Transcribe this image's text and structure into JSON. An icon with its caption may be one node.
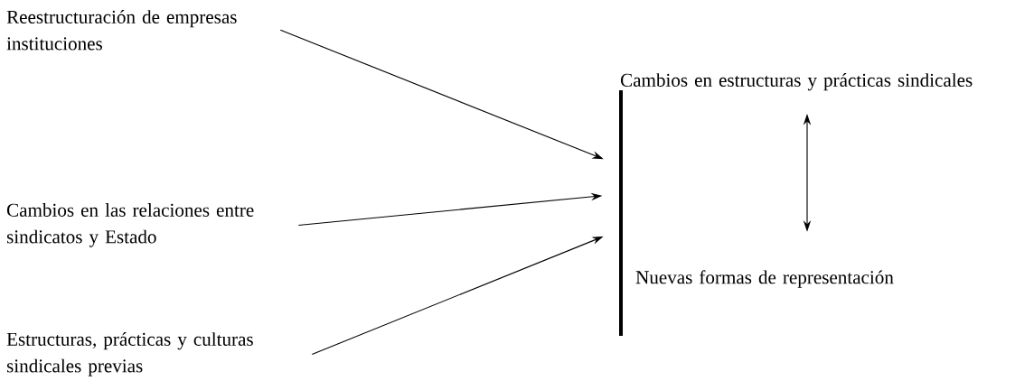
{
  "diagram": {
    "nodes": [
      {
        "text": [
          "Reestructuración de empresas instituciones"
        ]
      },
      {
        "text": [
          "Cambios en las relaciones entre sindicatos y Estado"
        ]
      },
      {
        "text": [
          "Estructuras, prácticas y culturas sindicales previas"
        ]
      },
      {
        "text": [],
        "shape": "bar"
      },
      {
        "text": [
          "Cambios en estructuras y prácticas sindicales"
        ]
      },
      {
        "text": [
          "Nuevas formas de representación"
        ]
      }
    ],
    "edges": [
      {
        "from": 0,
        "to": 3,
        "arrow": "to"
      },
      {
        "from": 1,
        "to": 3,
        "arrow": "to"
      },
      {
        "from": 2,
        "to": 3,
        "arrow": "to"
      },
      {
        "from": 4,
        "to": 5,
        "arrow": "both"
      }
    ]
  }
}
